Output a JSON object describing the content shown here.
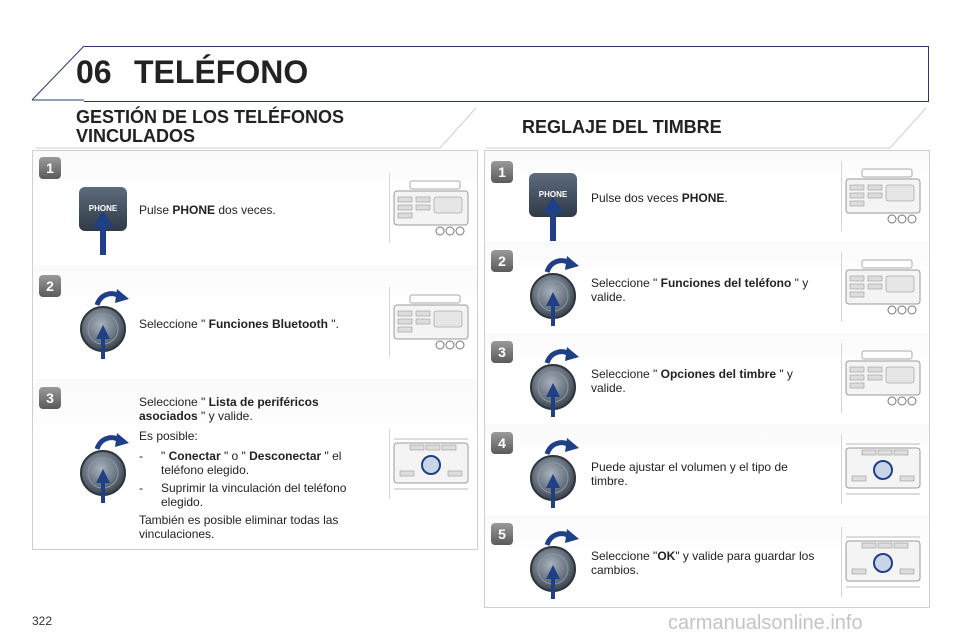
{
  "page": {
    "number": "322",
    "watermark": "carmanualsonline.info"
  },
  "chapter": {
    "number": "06",
    "title": "TELÉFONO"
  },
  "left": {
    "title_line1": "GESTIÓN DE LOS TELÉFONOS",
    "title_line2": "VINCULADOS",
    "steps": [
      {
        "num": "1",
        "pre": "Pulse ",
        "bold": "PHONE",
        "post": " dos veces.",
        "button_label": "PHONE"
      },
      {
        "num": "2",
        "pre": "Seleccione \" ",
        "bold": "Funciones Bluetooth",
        "post": " \"."
      },
      {
        "num": "3",
        "pre": "Seleccione \" ",
        "bold": "Lista de periféricos asociados",
        "post": " \" y valide.",
        "possible": "Es posible:",
        "bullet1_pre": "\" ",
        "bullet1_b1": "Conectar",
        "bullet1_mid": " \" o \" ",
        "bullet1_b2": "Desconectar",
        "bullet1_post": " \" el teléfono elegido.",
        "bullet2": "Suprimir la vinculación del teléfono elegido.",
        "also": "También es posible eliminar todas las vinculaciones.",
        "dash": "-"
      }
    ]
  },
  "right": {
    "title": "REGLAJE DEL TIMBRE",
    "steps": [
      {
        "num": "1",
        "pre": "Pulse dos veces ",
        "bold": "PHONE",
        "post": ".",
        "button_label": "PHONE"
      },
      {
        "num": "2",
        "pre": "Seleccione \" ",
        "bold": "Funciones del teléfono",
        "post": " \" y valide."
      },
      {
        "num": "3",
        "pre": "Seleccione \" ",
        "bold": "Opciones del timbre",
        "post": " \" y valide."
      },
      {
        "num": "4",
        "text": "Puede ajustar el volumen y el tipo de timbre."
      },
      {
        "num": "5",
        "pre": "Seleccione \"",
        "bold": "OK",
        "post": "\" y valide para guardar los cambios."
      }
    ]
  },
  "colors": {
    "accent": "#2b3a6b",
    "badge": "#6e6e6e",
    "arrow": "#1f3f86"
  },
  "icons": [
    "phone-button-icon",
    "rotary-knob-icon",
    "curved-arrow-icon",
    "press-arrow-icon",
    "radio-unit-icon"
  ]
}
